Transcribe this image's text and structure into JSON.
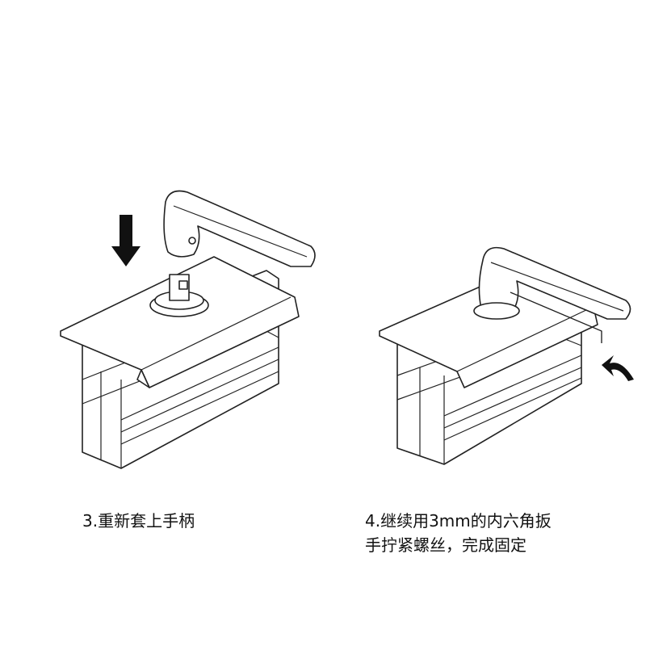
{
  "steps": [
    {
      "caption": "3.重新套上手柄"
    },
    {
      "caption_line1": "4.继续用3mm的内六角扳",
      "caption_line2": "手拧紧螺丝，完成固定"
    }
  ],
  "colors": {
    "line": "#222222",
    "arrow": "#111111",
    "background": "#ffffff"
  },
  "icons": [
    "down-arrow-icon",
    "rotate-arrow-icon"
  ]
}
